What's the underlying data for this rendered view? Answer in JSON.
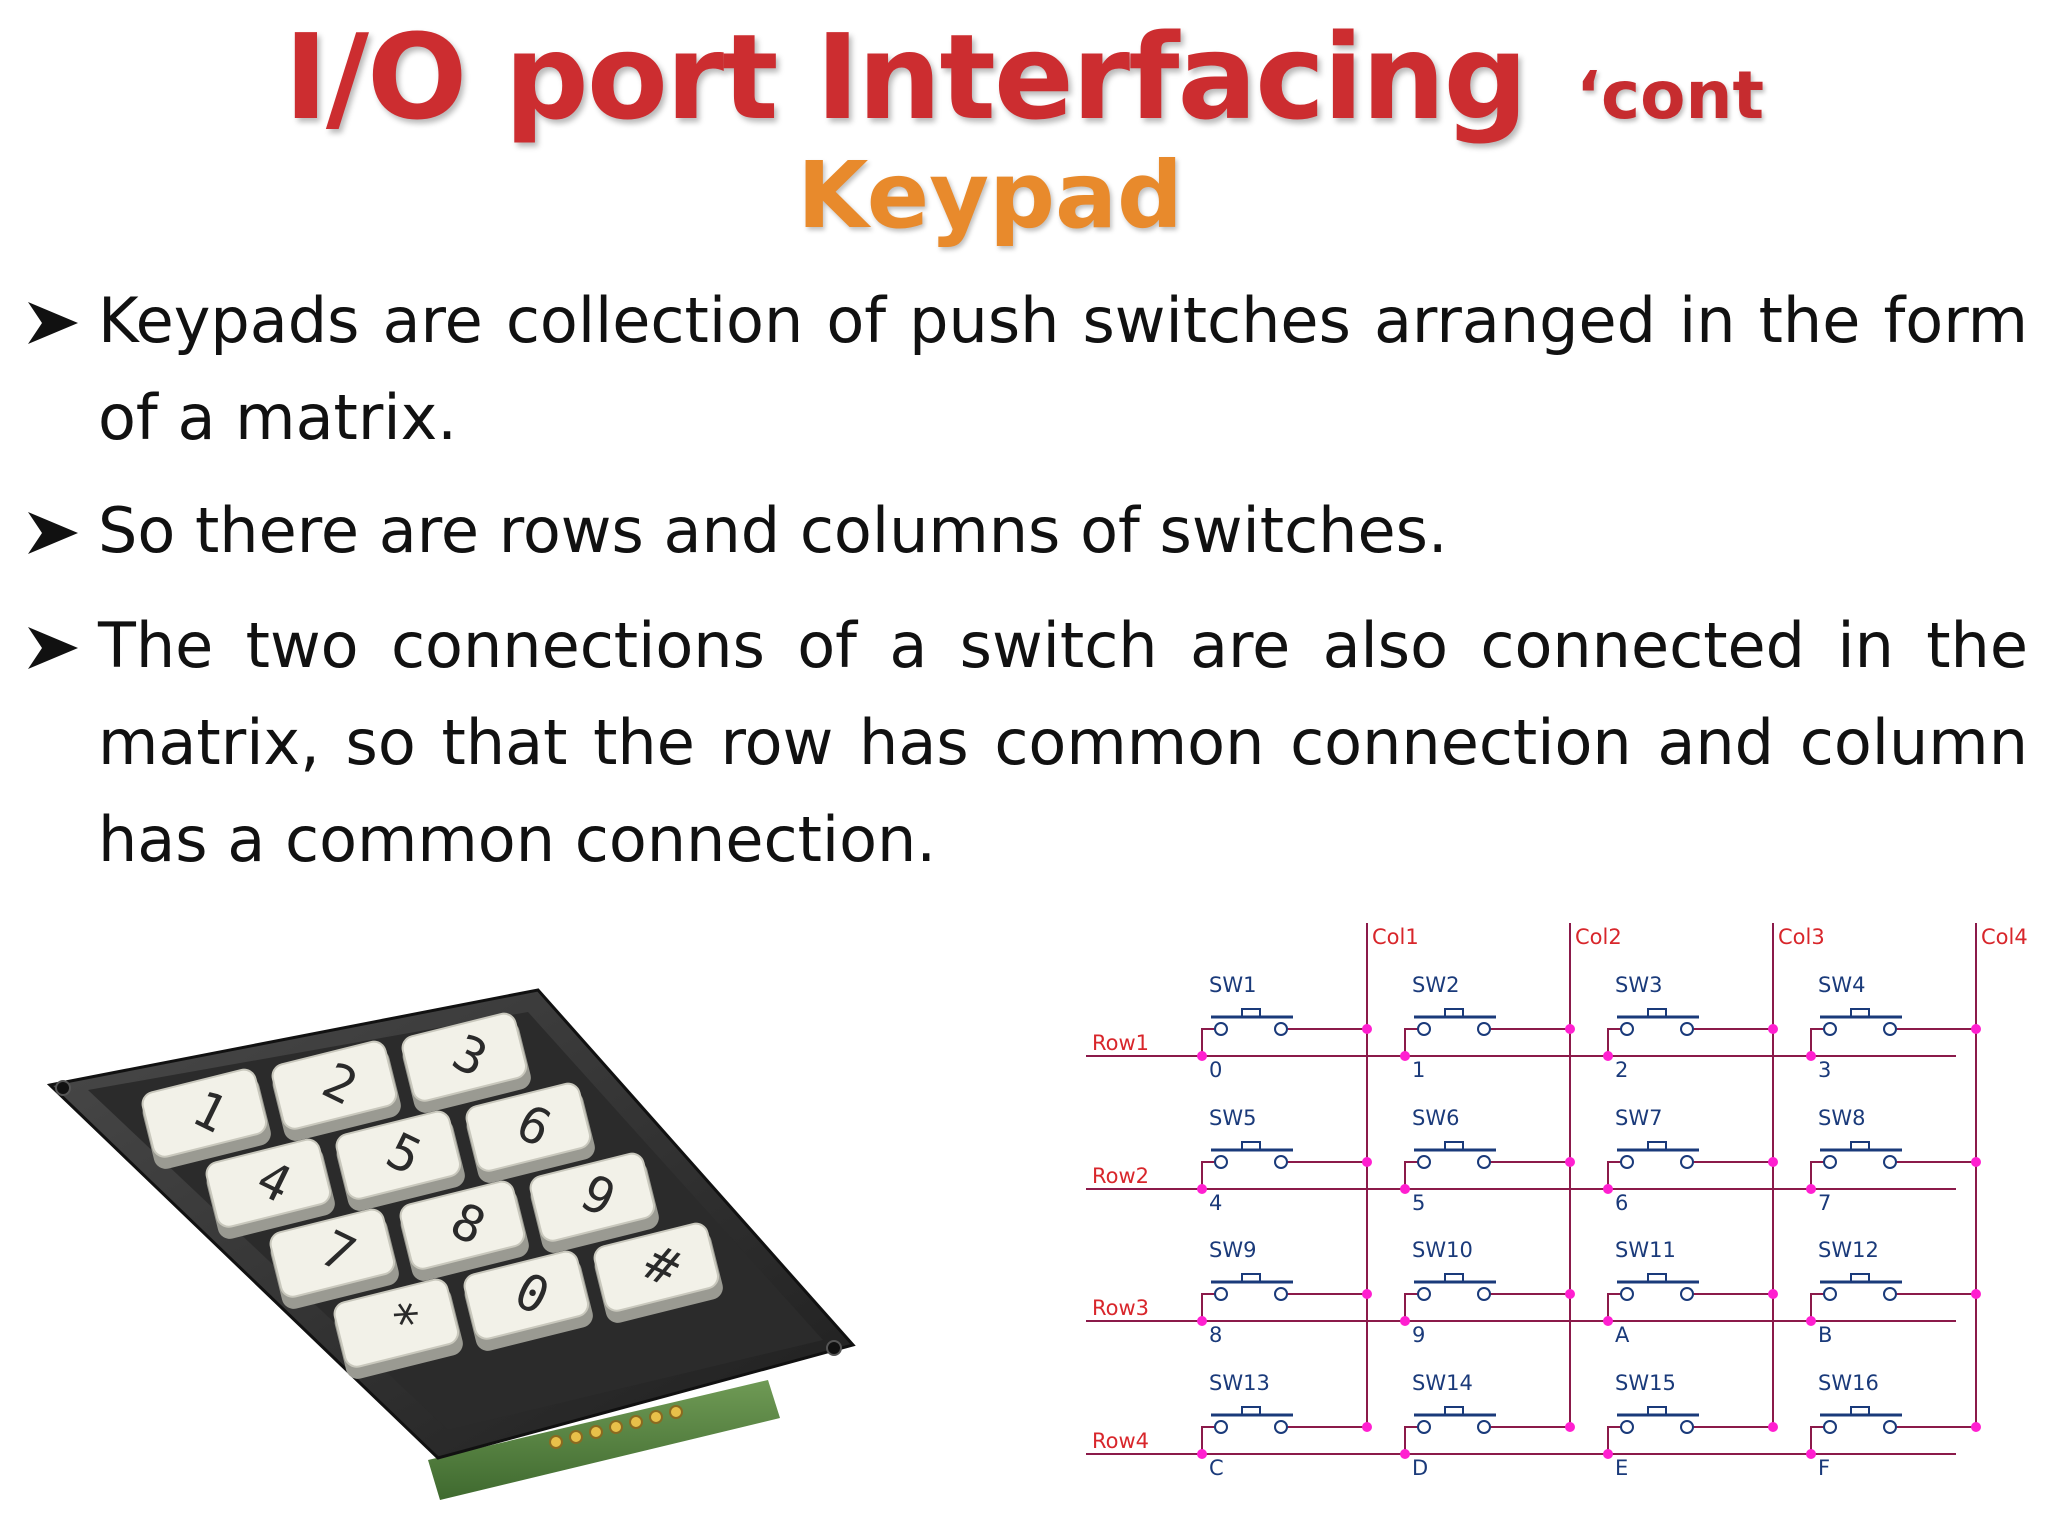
{
  "title": {
    "main": "I/O port Interfacing",
    "cont": "‘cont",
    "subtitle": "Keypad"
  },
  "bullets": [
    {
      "text": "Keypads are collection of push switches arranged in the form of a matrix."
    },
    {
      "text": " So there are rows and columns of switches."
    },
    {
      "text": "The two connections of a switch are also connected in the matrix, so that the row has common connection and column has a common connection."
    }
  ],
  "keypad_photo": {
    "keys": [
      "1",
      "2",
      "3",
      "4",
      "5",
      "6",
      "7",
      "8",
      "9",
      "*",
      "0",
      "#"
    ]
  },
  "schematic": {
    "columns": [
      "Col1",
      "Col2",
      "Col3",
      "Col4"
    ],
    "rows": [
      "Row1",
      "Row2",
      "Row3",
      "Row4"
    ],
    "switches": [
      {
        "name": "SW1",
        "key": "0"
      },
      {
        "name": "SW2",
        "key": "1"
      },
      {
        "name": "SW3",
        "key": "2"
      },
      {
        "name": "SW4",
        "key": "3"
      },
      {
        "name": "SW5",
        "key": "4"
      },
      {
        "name": "SW6",
        "key": "5"
      },
      {
        "name": "SW7",
        "key": "6"
      },
      {
        "name": "SW8",
        "key": "7"
      },
      {
        "name": "SW9",
        "key": "8"
      },
      {
        "name": "SW10",
        "key": "9"
      },
      {
        "name": "SW11",
        "key": "A"
      },
      {
        "name": "SW12",
        "key": "B"
      },
      {
        "name": "SW13",
        "key": "C"
      },
      {
        "name": "SW14",
        "key": "D"
      },
      {
        "name": "SW15",
        "key": "E"
      },
      {
        "name": "SW16",
        "key": "F"
      }
    ],
    "colors": {
      "wire": "#8b1a4a",
      "junction": "#ff1fd0",
      "label": "#d8262b",
      "switch": "#1a3a7a"
    }
  }
}
